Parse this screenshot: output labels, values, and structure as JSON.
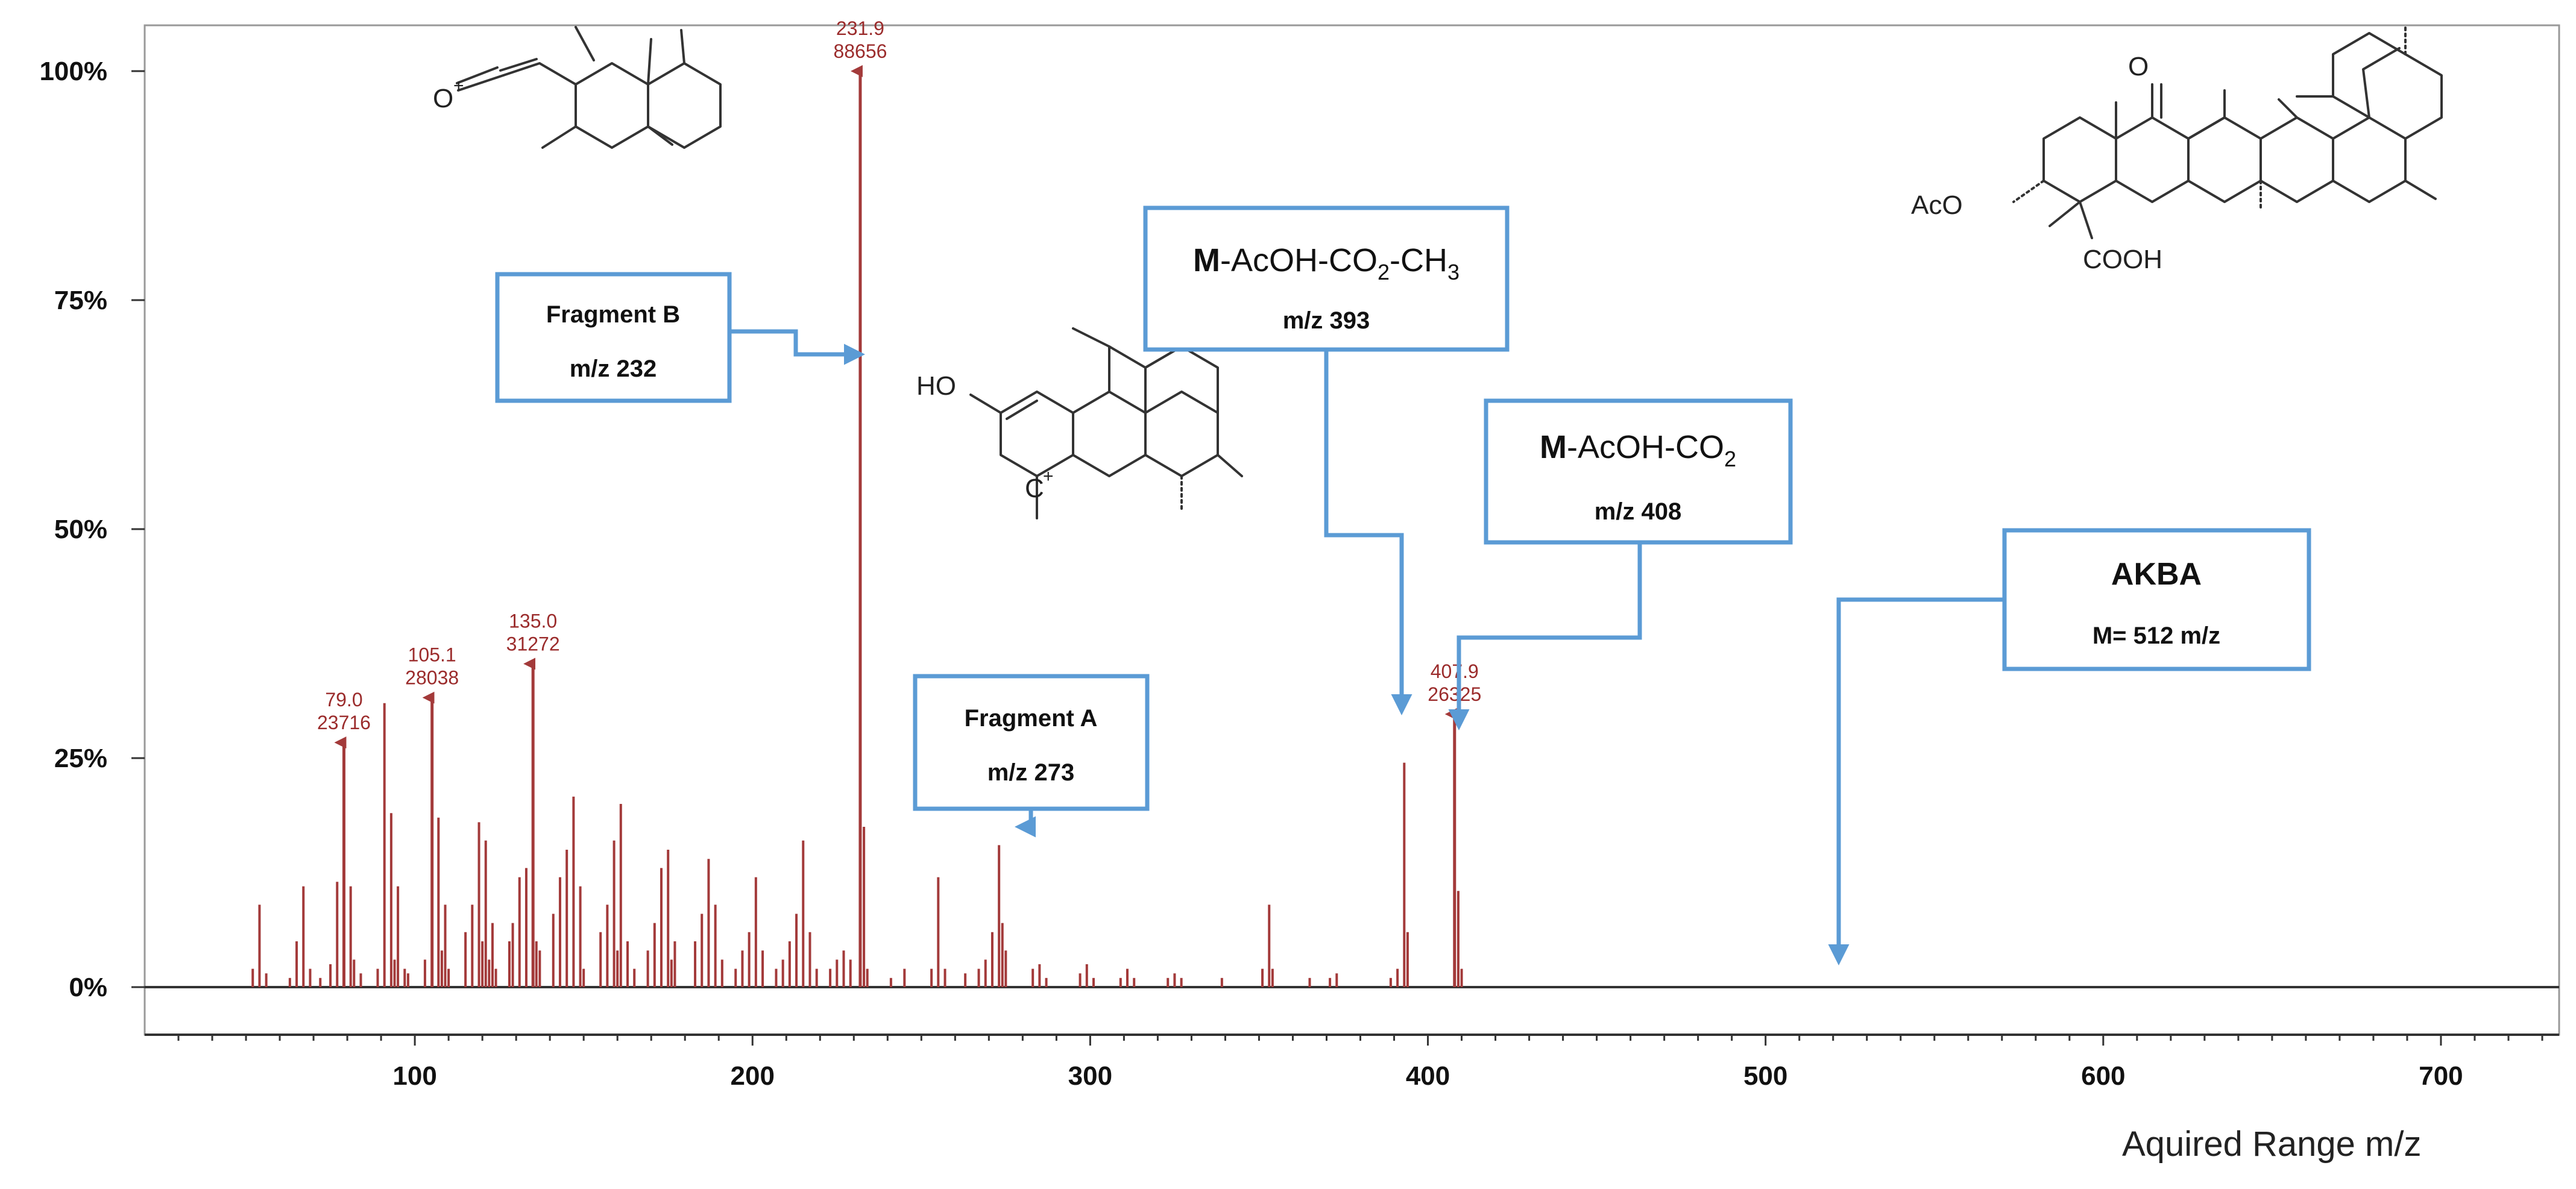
{
  "chart_data": {
    "type": "bar",
    "xlabel": "Aquired Range m/z",
    "ylabel": "",
    "xlim": [
      20,
      735
    ],
    "ylim": [
      0,
      100
    ],
    "x_ticks": [
      100,
      200,
      300,
      400,
      500,
      600,
      700
    ],
    "y_ticks": [
      "0%",
      "25%",
      "50%",
      "75%",
      "100%"
    ],
    "grid": false,
    "color": "#a33a3a",
    "peaks": [
      {
        "mz": 52,
        "value": 2
      },
      {
        "mz": 54,
        "value": 9
      },
      {
        "mz": 56,
        "value": 1.5
      },
      {
        "mz": 63,
        "value": 1
      },
      {
        "mz": 65,
        "value": 5
      },
      {
        "mz": 67,
        "value": 11
      },
      {
        "mz": 69,
        "value": 2
      },
      {
        "mz": 72,
        "value": 1
      },
      {
        "mz": 75,
        "value": 2.5
      },
      {
        "mz": 77,
        "value": 11.5
      },
      {
        "mz": 79.0,
        "value": 26.7,
        "label": "79.0",
        "count": "23716"
      },
      {
        "mz": 81,
        "value": 11
      },
      {
        "mz": 82,
        "value": 3
      },
      {
        "mz": 84,
        "value": 1.5
      },
      {
        "mz": 89,
        "value": 2
      },
      {
        "mz": 91,
        "value": 31
      },
      {
        "mz": 93,
        "value": 19
      },
      {
        "mz": 94,
        "value": 3
      },
      {
        "mz": 95,
        "value": 11
      },
      {
        "mz": 97,
        "value": 2
      },
      {
        "mz": 98,
        "value": 1.5
      },
      {
        "mz": 103,
        "value": 3
      },
      {
        "mz": 105.1,
        "value": 31.6,
        "label": "105.1",
        "count": "28038"
      },
      {
        "mz": 107,
        "value": 18.5
      },
      {
        "mz": 108,
        "value": 4
      },
      {
        "mz": 109,
        "value": 9
      },
      {
        "mz": 110,
        "value": 2
      },
      {
        "mz": 115,
        "value": 6
      },
      {
        "mz": 117,
        "value": 9
      },
      {
        "mz": 119,
        "value": 18
      },
      {
        "mz": 120,
        "value": 5
      },
      {
        "mz": 121,
        "value": 16
      },
      {
        "mz": 122,
        "value": 3
      },
      {
        "mz": 123,
        "value": 7
      },
      {
        "mz": 124,
        "value": 2
      },
      {
        "mz": 128,
        "value": 5
      },
      {
        "mz": 129,
        "value": 7
      },
      {
        "mz": 131,
        "value": 12
      },
      {
        "mz": 133,
        "value": 13
      },
      {
        "mz": 135.0,
        "value": 35.3,
        "label": "135.0",
        "count": "31272"
      },
      {
        "mz": 136,
        "value": 5
      },
      {
        "mz": 137,
        "value": 4
      },
      {
        "mz": 141,
        "value": 8
      },
      {
        "mz": 143,
        "value": 12
      },
      {
        "mz": 145,
        "value": 15
      },
      {
        "mz": 147,
        "value": 20.8
      },
      {
        "mz": 149,
        "value": 11
      },
      {
        "mz": 150,
        "value": 2
      },
      {
        "mz": 155,
        "value": 6
      },
      {
        "mz": 157,
        "value": 9
      },
      {
        "mz": 159,
        "value": 16
      },
      {
        "mz": 160,
        "value": 4
      },
      {
        "mz": 161,
        "value": 20
      },
      {
        "mz": 163,
        "value": 5
      },
      {
        "mz": 165,
        "value": 2
      },
      {
        "mz": 169,
        "value": 4
      },
      {
        "mz": 171,
        "value": 7
      },
      {
        "mz": 173,
        "value": 13
      },
      {
        "mz": 175,
        "value": 15
      },
      {
        "mz": 176,
        "value": 3
      },
      {
        "mz": 177,
        "value": 5
      },
      {
        "mz": 183,
        "value": 5
      },
      {
        "mz": 185,
        "value": 8
      },
      {
        "mz": 187,
        "value": 14
      },
      {
        "mz": 189,
        "value": 9
      },
      {
        "mz": 191,
        "value": 3
      },
      {
        "mz": 195,
        "value": 2
      },
      {
        "mz": 197,
        "value": 4
      },
      {
        "mz": 199,
        "value": 6
      },
      {
        "mz": 201,
        "value": 12
      },
      {
        "mz": 203,
        "value": 4
      },
      {
        "mz": 207,
        "value": 2
      },
      {
        "mz": 209,
        "value": 3
      },
      {
        "mz": 211,
        "value": 5
      },
      {
        "mz": 213,
        "value": 8
      },
      {
        "mz": 215,
        "value": 16
      },
      {
        "mz": 217,
        "value": 6
      },
      {
        "mz": 219,
        "value": 2
      },
      {
        "mz": 223,
        "value": 2
      },
      {
        "mz": 225,
        "value": 3
      },
      {
        "mz": 227,
        "value": 4
      },
      {
        "mz": 229,
        "value": 3
      },
      {
        "mz": 231.9,
        "value": 100,
        "label": "231.9",
        "count": "88656"
      },
      {
        "mz": 233,
        "value": 17.5
      },
      {
        "mz": 234,
        "value": 2
      },
      {
        "mz": 241,
        "value": 1
      },
      {
        "mz": 245,
        "value": 2
      },
      {
        "mz": 253,
        "value": 2
      },
      {
        "mz": 255,
        "value": 12
      },
      {
        "mz": 257,
        "value": 2
      },
      {
        "mz": 263,
        "value": 1.5
      },
      {
        "mz": 267,
        "value": 2
      },
      {
        "mz": 269,
        "value": 3
      },
      {
        "mz": 271,
        "value": 6
      },
      {
        "mz": 273,
        "value": 15.5
      },
      {
        "mz": 274,
        "value": 7
      },
      {
        "mz": 275,
        "value": 4
      },
      {
        "mz": 283,
        "value": 2
      },
      {
        "mz": 285,
        "value": 2.5
      },
      {
        "mz": 287,
        "value": 1
      },
      {
        "mz": 297,
        "value": 1.5
      },
      {
        "mz": 299,
        "value": 2.5
      },
      {
        "mz": 301,
        "value": 1
      },
      {
        "mz": 309,
        "value": 1
      },
      {
        "mz": 311,
        "value": 2
      },
      {
        "mz": 313,
        "value": 1
      },
      {
        "mz": 323,
        "value": 1
      },
      {
        "mz": 325,
        "value": 1.5
      },
      {
        "mz": 327,
        "value": 1
      },
      {
        "mz": 339,
        "value": 1
      },
      {
        "mz": 351,
        "value": 2
      },
      {
        "mz": 353,
        "value": 9
      },
      {
        "mz": 354,
        "value": 2
      },
      {
        "mz": 365,
        "value": 1
      },
      {
        "mz": 371,
        "value": 1
      },
      {
        "mz": 373,
        "value": 1.5
      },
      {
        "mz": 389,
        "value": 1
      },
      {
        "mz": 391,
        "value": 2
      },
      {
        "mz": 393,
        "value": 24.5
      },
      {
        "mz": 394,
        "value": 6
      },
      {
        "mz": 407.9,
        "value": 29.8,
        "label": "407.9",
        "count": "26325"
      },
      {
        "mz": 409,
        "value": 10.5
      },
      {
        "mz": 410,
        "value": 2
      }
    ]
  },
  "boxes": {
    "fragment_b": {
      "line1": "Fragment B",
      "line2": "m/z 232"
    },
    "fragment_a": {
      "line1": "Fragment A",
      "line2": "m/z 273"
    },
    "m393": {
      "bold": "M",
      "pre": "-AcOH-CO",
      "sub1": "2",
      "mid": "-CH",
      "sub2": "3",
      "line2": "m/z 393"
    },
    "m408": {
      "bold": "M",
      "pre": "-AcOH-CO",
      "sub1": "2",
      "line2": "m/z 408"
    },
    "akba": {
      "line1": "AKBA",
      "line2": "M= 512 m/z"
    }
  },
  "structures": {
    "fragment_b_oxygen": "O",
    "fragment_b_charge": "+",
    "fragment_a_ho": "HO",
    "fragment_a_cation": "C",
    "fragment_a_charge": "+",
    "akba_ketone": "O",
    "akba_aco": "AcO",
    "akba_cooh": "COOH"
  },
  "colors": {
    "peak": "#a33a3a",
    "callout": "#5b9bd5",
    "axis": "#333333"
  }
}
